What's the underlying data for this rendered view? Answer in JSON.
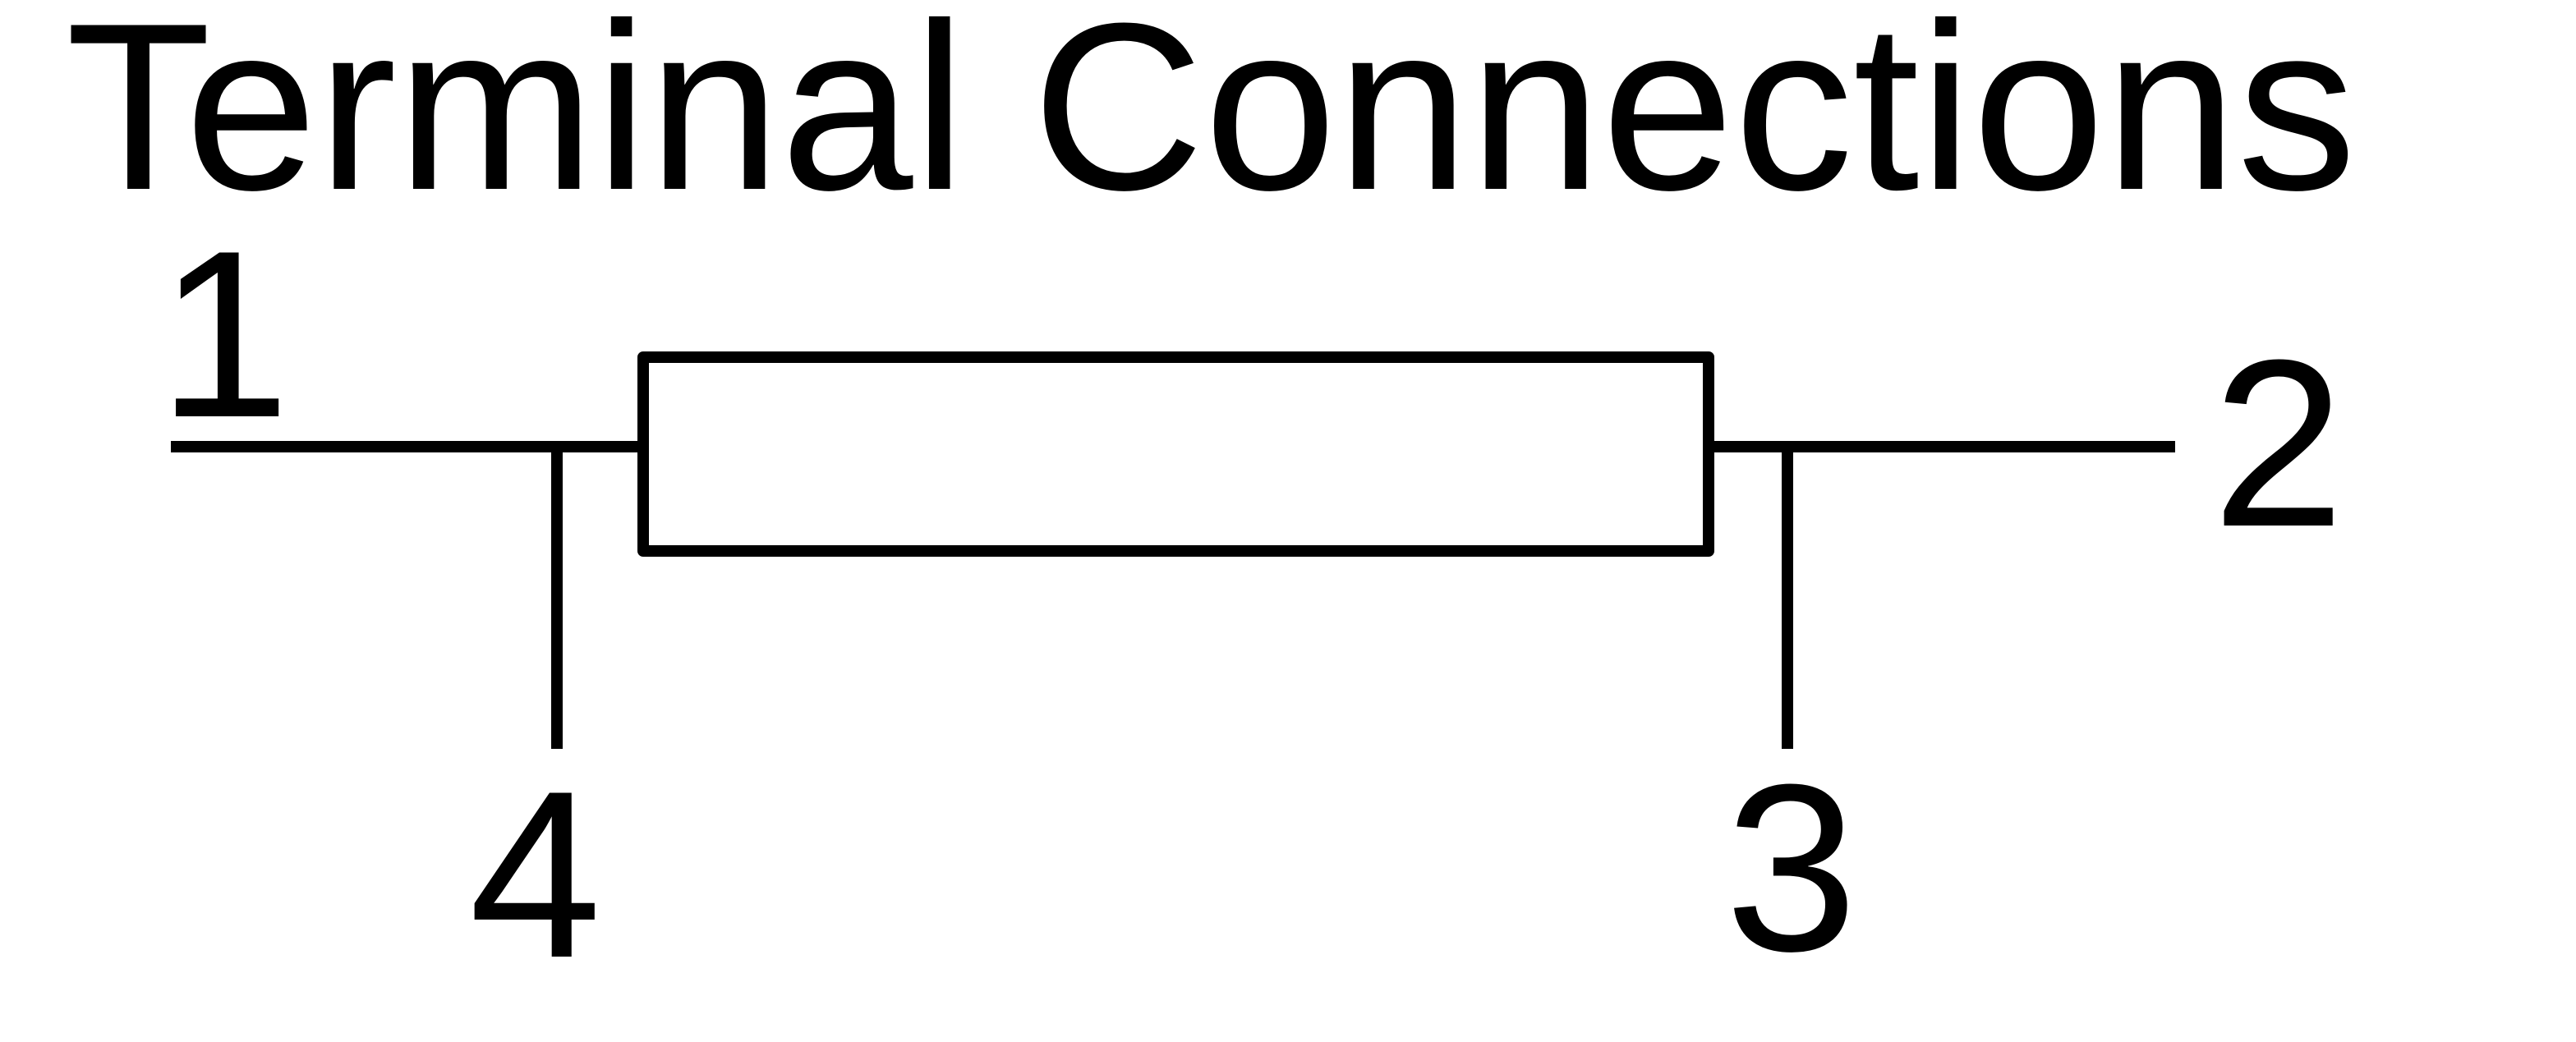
{
  "title": "Terminal Connections",
  "colors": {
    "line": "#000000",
    "background": "#ffffff",
    "text": "#000000"
  },
  "terminals": [
    {
      "id": "1",
      "label": "1"
    },
    {
      "id": "2",
      "label": "2"
    },
    {
      "id": "3",
      "label": "3"
    },
    {
      "id": "4",
      "label": "4"
    }
  ]
}
